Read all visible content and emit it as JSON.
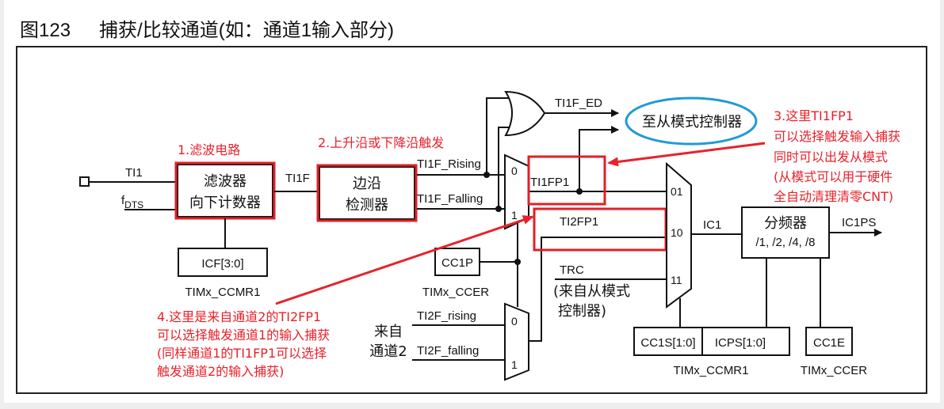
{
  "figure": {
    "number": "图123",
    "title": "捕获/比较通道(如：通道1输入部分)"
  },
  "signals": {
    "ti1": "TI1",
    "fdts_main": "f",
    "fdts_sub": "DTS",
    "ti1f": "TI1F",
    "ti1f_rising": "TI1F_Rising",
    "ti1f_falling": "TI1F_Falling",
    "ti1f_ed": "TI1F_ED",
    "ti1fp1": "TI1FP1",
    "ti2fp1": "TI2FP1",
    "trc": "TRC",
    "trc_note_1": "(来自从模式",
    "trc_note_2": "控制器)",
    "ti2f_rising": "TI2F_rising",
    "ti2f_falling": "TI2F_falling",
    "from_ch2_1": "来自",
    "from_ch2_2": "通道2",
    "ic1": "IC1",
    "ic1ps": "IC1PS"
  },
  "blocks": {
    "filter_line1": "滤波器",
    "filter_line2": "向下计数器",
    "edge_line1": "边沿",
    "edge_line2": "检测器",
    "prescaler_line1": "分频器",
    "prescaler_line2": "/1, /2, /4, /8",
    "slave_ctrl": "至从模式控制器"
  },
  "registers": {
    "icf": "ICF[3:0]",
    "icf_reg": "TIMx_CCMR1",
    "cc1p": "CC1P",
    "cc1p_reg": "TIMx_CCER",
    "cc1s": "CC1S[1:0]",
    "icps": "ICPS[1:0]",
    "ccmr1_reg": "TIMx_CCMR1",
    "cc1e": "CC1E",
    "cc1e_reg": "TIMx_CCER"
  },
  "mux_inputs": {
    "mux1_0": "0",
    "mux1_1": "1",
    "mux2_0": "0",
    "mux2_1": "1",
    "mux3_01": "01",
    "mux3_10": "10",
    "mux3_11": "11"
  },
  "annotations": {
    "a1": "1.滤波电路",
    "a2": "2.上升沿或下降沿触发",
    "a3": [
      "3.这里TI1FP1",
      "可以选择触发输入捕获",
      "同时可以出发从模式",
      "(从模式可以用于硬件",
      "全自动清理清零CNT)"
    ],
    "a4": [
      "4.这里是来自通道2的TI2FP1",
      "可以选择触发通道1的输入捕获",
      "(同样通道1的TI1FP1可以选择",
      "触发通道2的输入捕获)"
    ]
  },
  "colors": {
    "annotation_red": "#e8212a",
    "ellipse_blue": "#1f9ad6"
  }
}
